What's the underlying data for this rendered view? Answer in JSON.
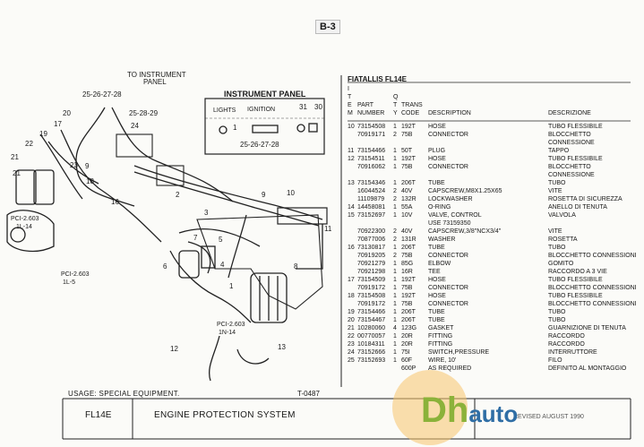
{
  "page_ref": "B-3",
  "diagram": {
    "to_panel_label": [
      "TO INSTRUMENT",
      "PANEL"
    ],
    "panel_title": "INSTRUMENT   PANEL",
    "panel_lights": "LIGHTS",
    "panel_ignition": "IGNITION",
    "panel_refs": "25-26-27-28",
    "ref_25_28": "25-26-27-28",
    "ref_25_29": "25-28-29",
    "callouts": [
      "24",
      "20",
      "17",
      "19",
      "22",
      "21",
      "23",
      "9",
      "18",
      "16",
      "2",
      "3",
      "5",
      "7",
      "4",
      "6",
      "9",
      "10",
      "11",
      "8",
      "1",
      "12",
      "13",
      "31",
      "30",
      "1",
      "21"
    ],
    "pci_1": [
      "PCI-2.603",
      "1L-14"
    ],
    "pci_2": [
      "PCI-2.603",
      "1L-5"
    ],
    "pci_3": [
      "PCI-2.603",
      "1N-14"
    ]
  },
  "parts": {
    "model": "FIATALLIS FL14E",
    "headers": {
      "col1": [
        "I",
        "T",
        "E",
        "M"
      ],
      "part": "PART NUMBER",
      "qty": [
        "Q",
        "T",
        "Y"
      ],
      "trans": "TRANS CODE",
      "desc": "DESCRIPTION",
      "it": "DESCRIZIONE"
    },
    "rows": [
      [
        "10",
        "73154508",
        "1",
        "192T",
        "HOSE",
        "TUBO FLESSIBILE"
      ],
      [
        "",
        "70919171",
        "2",
        "75B",
        "CONNECTOR",
        "BLOCCHETTO"
      ],
      [
        "",
        "",
        "",
        "",
        "",
        "CONNESSIONE"
      ],
      [
        "11",
        "73154466",
        "1",
        "50T",
        "PLUG",
        "TAPPO"
      ],
      [
        "12",
        "73154511",
        "1",
        "192T",
        "HOSE",
        "TUBO FLESSIBILE"
      ],
      [
        "",
        "70916062",
        "1",
        "75B",
        "CONNECTOR",
        "BLOCCHETTO"
      ],
      [
        "",
        "",
        "",
        "",
        "",
        "CONNESSIONE"
      ],
      [
        "13",
        "73154346",
        "1",
        "206T",
        "TUBE",
        "TUBO"
      ],
      [
        "",
        "16044524",
        "2",
        "40V",
        "CAPSCREW,M8X1.25X65",
        "VITE"
      ],
      [
        "",
        "11109879",
        "2",
        "132R",
        "LOCKWASHER",
        "ROSETTA DI SICUREZZA"
      ],
      [
        "14",
        "14458081",
        "1",
        "55A",
        "O-RING",
        "ANELLO DI TENUTA"
      ],
      [
        "15",
        "73152697",
        "1",
        "10V",
        "VALVE, CONTROL",
        "VALVOLA"
      ],
      [
        "",
        "",
        "",
        "",
        "USE 73159350",
        ""
      ],
      [
        "",
        "70922300",
        "2",
        "40V",
        "CAPSCREW,3/8\"NCX3/4\"",
        "VITE"
      ],
      [
        "",
        "70877006",
        "2",
        "131R",
        "WASHER",
        "ROSETTA"
      ],
      [
        "16",
        "73130817",
        "1",
        "206T",
        "TUBE",
        "TUBO"
      ],
      [
        "",
        "70919205",
        "2",
        "75B",
        "CONNECTOR",
        "BLOCCHETTO CONNESSIONE"
      ],
      [
        "",
        "70921279",
        "1",
        "85G",
        "ELBOW",
        "GOMITO"
      ],
      [
        "",
        "70921298",
        "1",
        "16R",
        "TEE",
        "RACCORDO A 3 VIE"
      ],
      [
        "17",
        "73154509",
        "1",
        "192T",
        "HOSE",
        "TUBO FLESSIBILE"
      ],
      [
        "",
        "70919172",
        "1",
        "75B",
        "CONNECTOR",
        "BLOCCHETTO CONNESSIONE"
      ],
      [
        "18",
        "73154508",
        "1",
        "192T",
        "HOSE",
        "TUBO FLESSIBILE"
      ],
      [
        "",
        "70919172",
        "1",
        "75B",
        "CONNECTOR",
        "BLOCCHETTO CONNESSIONE"
      ],
      [
        "19",
        "73154466",
        "1",
        "206T",
        "TUBE",
        "TUBO"
      ],
      [
        "20",
        "73154467",
        "1",
        "206T",
        "TUBE",
        "TUBO"
      ],
      [
        "21",
        "10280060",
        "4",
        "123G",
        "GASKET",
        "GUARNIZIONE DI TENUTA"
      ],
      [
        "22",
        "00770057",
        "1",
        "20R",
        "FITTING",
        "RACCORDO"
      ],
      [
        "23",
        "10184311",
        "1",
        "20R",
        "FITTING",
        "RACCORDO"
      ],
      [
        "24",
        "73152666",
        "1",
        "75I",
        "SWITCH,PRESSURE",
        "INTERRUTTORE"
      ],
      [
        "25",
        "73152693",
        "1",
        "60F",
        "WIRE, 10'",
        "FILO"
      ],
      [
        "",
        "",
        "",
        "600P",
        "AS REQUIRED",
        "DEFINITO AL MONTAGGIO"
      ]
    ]
  },
  "footer": {
    "usage": "USAGE:  SPECIAL EQUIPMENT.",
    "tnum": "T-0487",
    "model": "FL14E",
    "title": "ENGINE PROTECTION SYSTEM",
    "revised": "REVISED AUGUST 1990",
    "logo_a": "Dh",
    "logo_b": "auto"
  }
}
